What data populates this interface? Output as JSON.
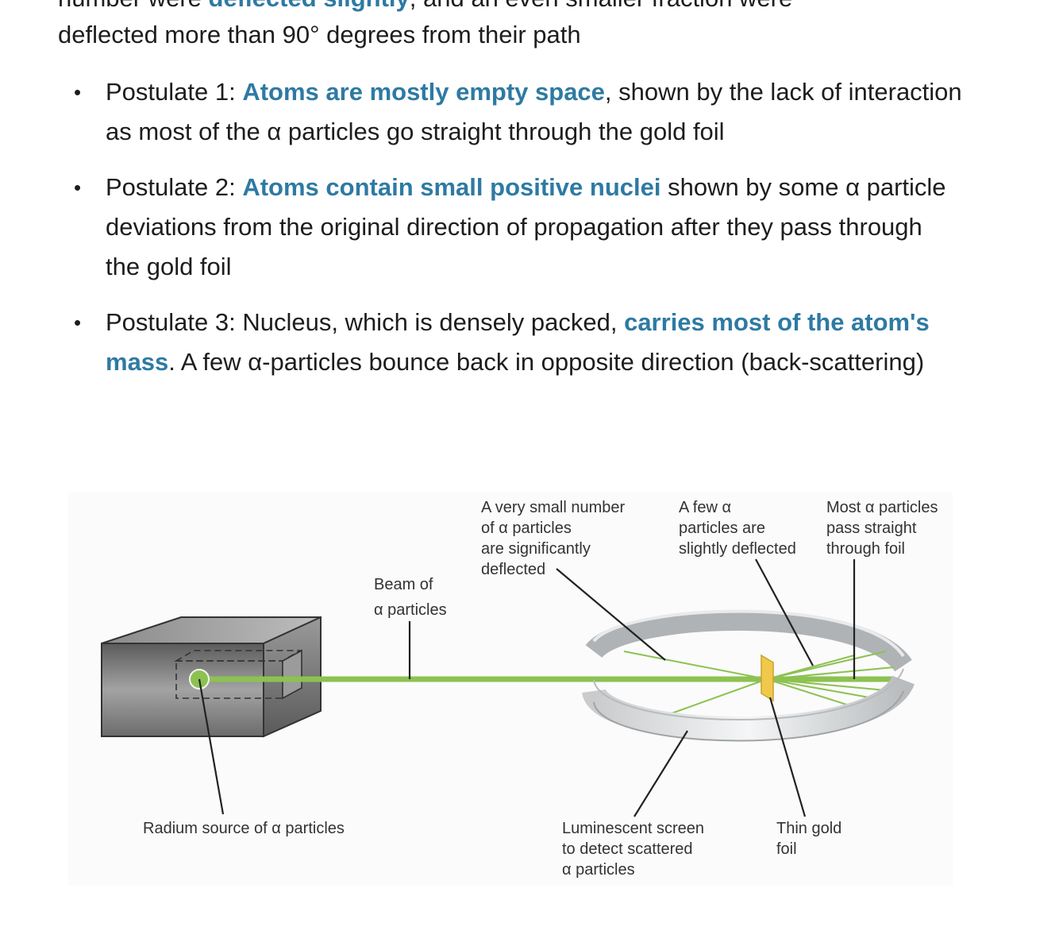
{
  "top_line": {
    "pre": "number were ",
    "highlight": "deflected slightly",
    "post": ", and an even smaller fraction were"
  },
  "intro": "deflected more than 90° degrees from their path",
  "postulates": [
    {
      "label": "Postulate 1: ",
      "highlight": "Atoms are mostly empty space",
      "rest": ", shown by the lack of interaction as most of the α particles go straight through the gold foil"
    },
    {
      "label": "Postulate 2: ",
      "highlight": "Atoms contain small positive nuclei",
      "rest": " shown by some α particle deviations from the original direction of propagation after they pass through the gold foil"
    },
    {
      "label": "Postulate 3: Nucleus, which is densely packed, ",
      "highlight": "carries most of the atom's mass",
      "rest": ". A few α-particles bounce back in opposite direction (back-scattering)"
    }
  ],
  "diagram": {
    "beam_label": [
      "Beam of",
      "α particles"
    ],
    "significant_label": [
      "A very small number",
      "of α particles",
      "are significantly",
      "deflected"
    ],
    "slight_label": [
      "A few α",
      "particles are",
      "slightly deflected"
    ],
    "straight_label": [
      "Most α particles",
      "pass straight",
      "through foil"
    ],
    "source_label": "Radium source of α particles",
    "screen_label": [
      "Luminescent screen",
      "to detect scattered",
      "α particles"
    ],
    "foil_label": [
      "Thin gold",
      "foil"
    ],
    "colors": {
      "highlight": "#2e7aa3",
      "beam": "#8dc152",
      "foil": "#f0c94a",
      "box": "#7a7a7a"
    }
  }
}
